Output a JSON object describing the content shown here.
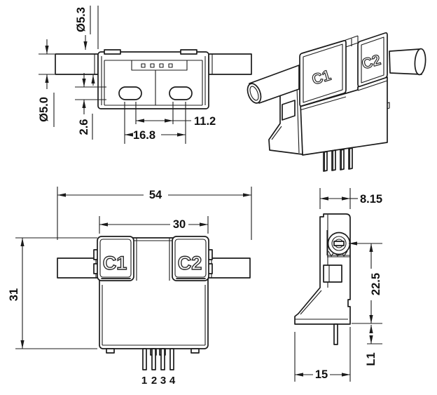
{
  "colors": {
    "line": "#1b1b1b",
    "background": "#ffffff"
  },
  "views": {
    "top_view": {
      "dims": {
        "tube_bore": "Ø5.3",
        "tube_od": "Ø5.0",
        "slot_width": "2.6",
        "slot_span_outer": "16.8",
        "slot_span_inner": "11.2"
      }
    },
    "iso_view": {
      "port1": "C1",
      "port2": "C2"
    },
    "front_view": {
      "dims": {
        "overall_width": "54",
        "body_width": "30",
        "body_height": "31"
      },
      "port1": "C1",
      "port2": "C2",
      "pins": [
        "1",
        "2",
        "3",
        "4"
      ]
    },
    "side_view": {
      "dims": {
        "depth": "8.15",
        "center_height": "22.5",
        "base_width": "15",
        "pin_length": "L1"
      }
    }
  }
}
